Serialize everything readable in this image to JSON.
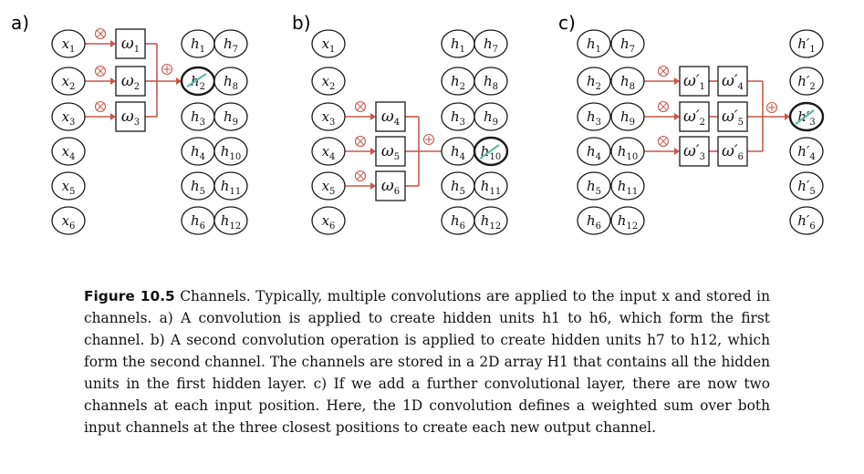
{
  "panels": [
    {
      "label": "a)",
      "inputs": [
        {
          "base": "x",
          "sub": "1"
        },
        {
          "base": "x",
          "sub": "2"
        },
        {
          "base": "x",
          "sub": "3"
        },
        {
          "base": "x",
          "sub": "4"
        },
        {
          "base": "x",
          "sub": "5"
        },
        {
          "base": "x",
          "sub": "6"
        }
      ],
      "weights": [
        {
          "base": "ω",
          "sub": "1"
        },
        {
          "base": "ω",
          "sub": "2"
        },
        {
          "base": "ω",
          "sub": "3"
        }
      ],
      "hidden_left": [
        {
          "base": "h",
          "sub": "1"
        },
        {
          "base": "h",
          "sub": "2"
        },
        {
          "base": "h",
          "sub": "3"
        },
        {
          "base": "h",
          "sub": "4"
        },
        {
          "base": "h",
          "sub": "5"
        },
        {
          "base": "h",
          "sub": "6"
        }
      ],
      "hidden_right": [
        {
          "base": "h",
          "sub": "7"
        },
        {
          "base": "h",
          "sub": "8"
        },
        {
          "base": "h",
          "sub": "9"
        },
        {
          "base": "h",
          "sub": "10"
        },
        {
          "base": "h",
          "sub": "11"
        },
        {
          "base": "h",
          "sub": "12"
        }
      ]
    },
    {
      "label": "b)",
      "inputs": [
        {
          "base": "x",
          "sub": "1"
        },
        {
          "base": "x",
          "sub": "2"
        },
        {
          "base": "x",
          "sub": "3"
        },
        {
          "base": "x",
          "sub": "4"
        },
        {
          "base": "x",
          "sub": "5"
        },
        {
          "base": "x",
          "sub": "6"
        }
      ],
      "weights": [
        {
          "base": "ω",
          "sub": "4"
        },
        {
          "base": "ω",
          "sub": "5"
        },
        {
          "base": "ω",
          "sub": "6"
        }
      ],
      "hidden_left": [
        {
          "base": "h",
          "sub": "1"
        },
        {
          "base": "h",
          "sub": "2"
        },
        {
          "base": "h",
          "sub": "3"
        },
        {
          "base": "h",
          "sub": "4"
        },
        {
          "base": "h",
          "sub": "5"
        },
        {
          "base": "h",
          "sub": "6"
        }
      ],
      "hidden_right": [
        {
          "base": "h",
          "sub": "7"
        },
        {
          "base": "h",
          "sub": "8"
        },
        {
          "base": "h",
          "sub": "9"
        },
        {
          "base": "h",
          "sub": "10"
        },
        {
          "base": "h",
          "sub": "11"
        },
        {
          "base": "h",
          "sub": "12"
        }
      ]
    },
    {
      "label": "c)",
      "hidden_left": [
        {
          "base": "h",
          "sub": "1"
        },
        {
          "base": "h",
          "sub": "2"
        },
        {
          "base": "h",
          "sub": "3"
        },
        {
          "base": "h",
          "sub": "4"
        },
        {
          "base": "h",
          "sub": "5"
        },
        {
          "base": "h",
          "sub": "6"
        }
      ],
      "hidden_right": [
        {
          "base": "h",
          "sub": "7"
        },
        {
          "base": "h",
          "sub": "8"
        },
        {
          "base": "h",
          "sub": "9"
        },
        {
          "base": "h",
          "sub": "10"
        },
        {
          "base": "h",
          "sub": "11"
        },
        {
          "base": "h",
          "sub": "12"
        }
      ],
      "weights_left": [
        {
          "base": "ω′",
          "sub": "1"
        },
        {
          "base": "ω′",
          "sub": "2"
        },
        {
          "base": "ω′",
          "sub": "3"
        }
      ],
      "weights_right": [
        {
          "base": "ω′",
          "sub": "4"
        },
        {
          "base": "ω′",
          "sub": "5"
        },
        {
          "base": "ω′",
          "sub": "6"
        }
      ],
      "outputs": [
        {
          "base": "h′",
          "sub": "1"
        },
        {
          "base": "h′",
          "sub": "2"
        },
        {
          "base": "h′",
          "sub": "3"
        },
        {
          "base": "h′",
          "sub": "4"
        },
        {
          "base": "h′",
          "sub": "5"
        },
        {
          "base": "h′",
          "sub": "6"
        }
      ]
    }
  ],
  "operators": {
    "multiply": "⊗",
    "add": "⊕"
  },
  "colors": {
    "wire": "#c6584a",
    "highlight": "#5fb8a6",
    "stroke": "#1a1a1a"
  },
  "caption": {
    "label": "Figure 10.5",
    "text": " Channels. Typically, multiple convolutions are applied to the input x and stored in channels. a) A convolution is applied to create hidden units h1 to h6, which form the first channel. b) A second convolution operation is applied to create hidden units h7 to h12, which form the second channel. The channels are stored in a 2D array H1 that contains all the hidden units in the first hidden layer. c) If we add a further convolutional layer, there are now two channels at each input position. Here, the 1D convolution defines a weighted sum over both input channels at the three closest positions to create each new output channel."
  }
}
